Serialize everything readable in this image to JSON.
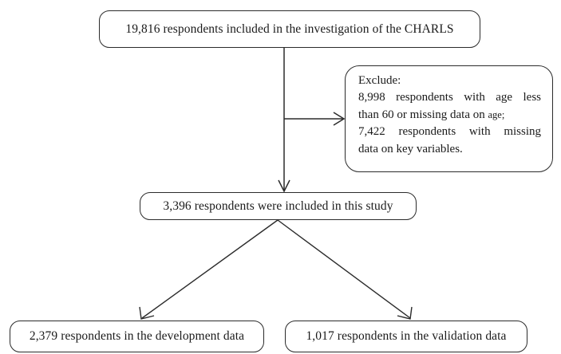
{
  "diagram": {
    "type": "flowchart",
    "title": "CHARLS study participant selection flow",
    "background_color": "#ffffff",
    "line_color": "#2b2b2b",
    "nodes": {
      "cohort": {
        "label": "19,816 respondents included in the investigation of the CHARLS"
      },
      "exclusion": {
        "line1": "Exclude:",
        "line2": "8,998 respondents with age less",
        "line3_main": "than 60 or missing data on ",
        "line3_small": "age;",
        "line4": "7,422 respondents with missing",
        "line5": "data on key variables."
      },
      "study": {
        "label": "3,396 respondents were included in this study"
      },
      "development": {
        "label": "2,379 respondents in the development data"
      },
      "validation": {
        "label": "1,017 respondents in the validation data"
      }
    },
    "edges": [
      {
        "name": "cohort-to-study",
        "from": "cohort",
        "to": "study",
        "style": "vertical-arrow"
      },
      {
        "name": "cohort-to-exclusion",
        "from": "cohort-stem",
        "to": "exclusion",
        "style": "horizontal-arrow"
      },
      {
        "name": "study-to-development",
        "from": "study",
        "to": "development",
        "style": "diagonal-arrow"
      },
      {
        "name": "study-to-validation",
        "from": "study",
        "to": "validation",
        "style": "diagonal-arrow"
      }
    ]
  }
}
